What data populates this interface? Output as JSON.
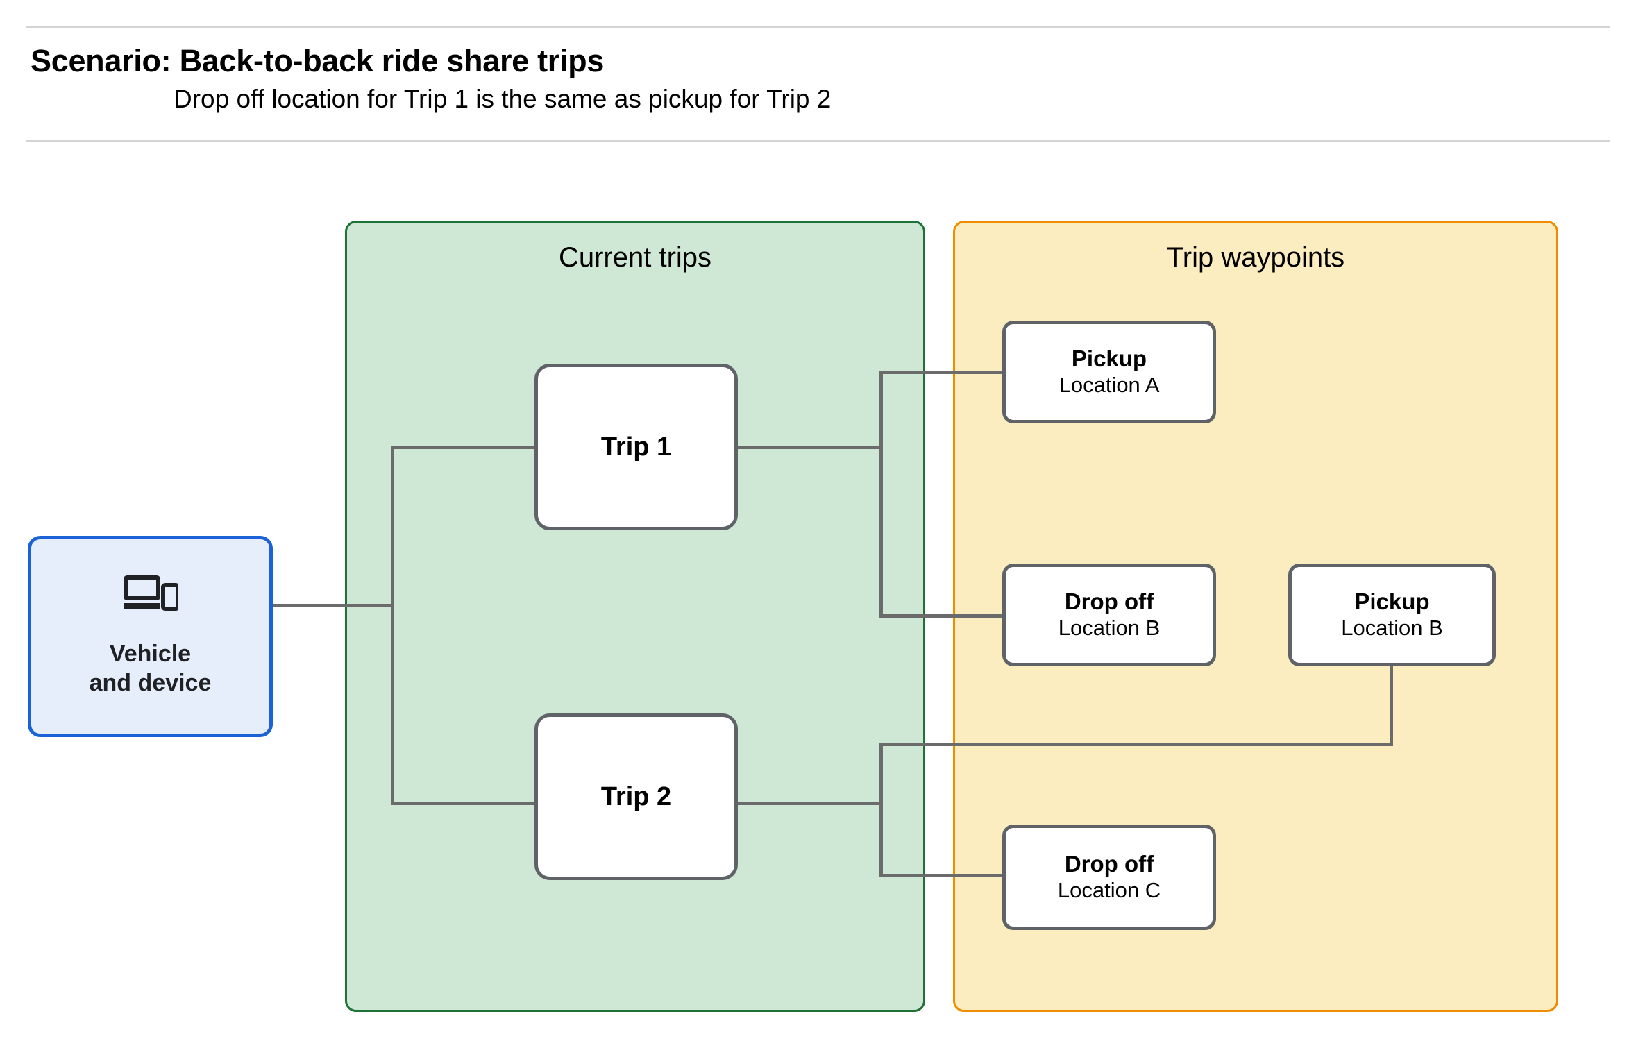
{
  "header": {
    "title": "Scenario: Back-to-back ride share trips",
    "subtitle": "Drop off  location for Trip 1 is the same as pickup for Trip 2"
  },
  "groups": {
    "current_trips": {
      "title": "Current trips",
      "fill": "#cee8d5",
      "border": "#1d7236"
    },
    "trip_waypoints": {
      "title": "Trip waypoints",
      "fill": "#fcedc0",
      "border": "#f08c00"
    }
  },
  "vehicle": {
    "label": "Vehicle\nand device",
    "icon": "devices-icon",
    "fill": "#e6eefc",
    "border": "#1a62d6"
  },
  "trips": [
    {
      "label": "Trip 1"
    },
    {
      "label": "Trip 2"
    }
  ],
  "waypoints": [
    {
      "kind": "Pickup",
      "location": "Location A"
    },
    {
      "kind": "Drop off",
      "location": "Location B"
    },
    {
      "kind": "Pickup",
      "location": "Location B"
    },
    {
      "kind": "Drop off",
      "location": "Location C"
    }
  ],
  "colors": {
    "connector": "#6b6b6b",
    "node_border": "#5f6368",
    "divider": "#d4d4d4",
    "text": "#000000"
  }
}
